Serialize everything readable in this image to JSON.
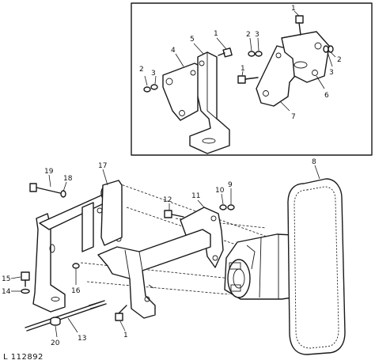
{
  "figure": {
    "code": "L 112892"
  },
  "inset": {
    "callouts": [
      {
        "id": "i1a",
        "label": "1"
      },
      {
        "id": "i1b",
        "label": "1"
      },
      {
        "id": "i1c",
        "label": "1"
      },
      {
        "id": "i2a",
        "label": "2"
      },
      {
        "id": "i2b",
        "label": "2"
      },
      {
        "id": "i2c",
        "label": "2"
      },
      {
        "id": "i3a",
        "label": "3"
      },
      {
        "id": "i3b",
        "label": "3"
      },
      {
        "id": "i3c",
        "label": "3"
      },
      {
        "id": "i4",
        "label": "4"
      },
      {
        "id": "i5",
        "label": "5"
      },
      {
        "id": "i6",
        "label": "6"
      },
      {
        "id": "i7",
        "label": "7"
      }
    ]
  },
  "main": {
    "callouts": [
      {
        "id": "m1",
        "label": "1"
      },
      {
        "id": "m8",
        "label": "8"
      },
      {
        "id": "m9",
        "label": "9"
      },
      {
        "id": "m10",
        "label": "10"
      },
      {
        "id": "m11",
        "label": "11"
      },
      {
        "id": "m12",
        "label": "12"
      },
      {
        "id": "m13",
        "label": "13"
      },
      {
        "id": "m14",
        "label": "14"
      },
      {
        "id": "m15",
        "label": "15"
      },
      {
        "id": "m16",
        "label": "16"
      },
      {
        "id": "m17",
        "label": "17"
      },
      {
        "id": "m18",
        "label": "18"
      },
      {
        "id": "m19",
        "label": "19"
      },
      {
        "id": "m20",
        "label": "20"
      }
    ]
  }
}
